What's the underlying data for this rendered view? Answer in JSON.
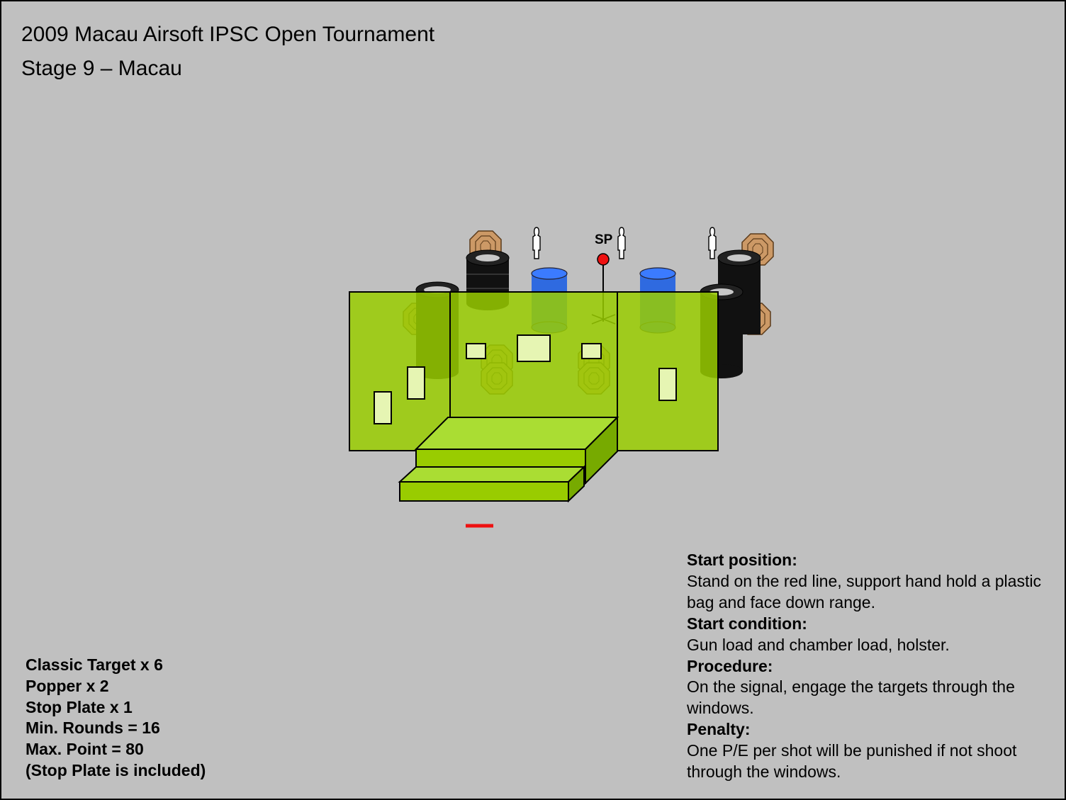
{
  "title": "2009 Macau Airsoft IPSC Open Tournament",
  "subtitle": "Stage 9 – Macau",
  "start_marker": "SP",
  "colors": {
    "background": "#c0c0c0",
    "wall": "#99cc00",
    "window": "#e6f5b3",
    "barrel_blue": "#2f6ae0",
    "tire_black": "#111111",
    "target_tan": "#cc9966",
    "start_line": "#ee1111",
    "start_dot": "#ee1111"
  },
  "icons": [
    "classic-target-icon",
    "popper-icon",
    "stop-plate-icon",
    "tire-stack-icon",
    "barrel-icon",
    "start-position-icon",
    "start-line-icon"
  ],
  "equipment": [
    "Classic Target x 6",
    "Popper x 2",
    "Stop Plate x 1",
    "Min. Rounds = 16",
    "Max. Point = 80",
    "(Stop Plate is included)"
  ],
  "briefing": {
    "start_position_heading": "Start position:",
    "start_position_text": "Stand on the red line, support hand hold a plastic bag and face down range.",
    "start_condition_heading": "Start condition:",
    "start_condition_text": "Gun load and chamber load, holster.",
    "procedure_heading": "Procedure:",
    "procedure_text": "On the signal, engage the targets through the windows.",
    "penalty_heading": "Penalty:",
    "penalty_text": "One P/E per shot will be punished if not shoot through the windows."
  }
}
